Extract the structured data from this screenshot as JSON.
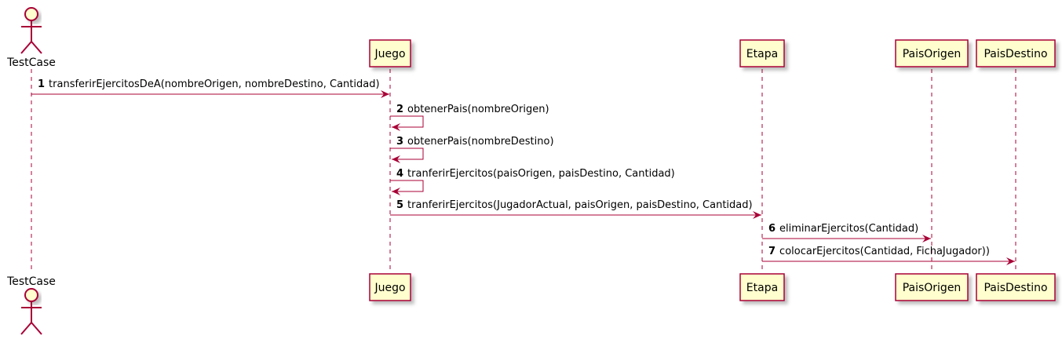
{
  "participants": [
    {
      "id": "testcase",
      "label": "TestCase",
      "kind": "actor"
    },
    {
      "id": "juego",
      "label": "Juego",
      "kind": "participant"
    },
    {
      "id": "etapa",
      "label": "Etapa",
      "kind": "participant"
    },
    {
      "id": "paisorigen",
      "label": "PaisOrigen",
      "kind": "participant"
    },
    {
      "id": "paisdestino",
      "label": "PaisDestino",
      "kind": "participant"
    }
  ],
  "messages": [
    {
      "num": "1",
      "text": "transferirEjercitosDeA(nombreOrigen, nombreDestino, Cantidad)",
      "from": "testcase",
      "to": "juego"
    },
    {
      "num": "2",
      "text": "obtenerPais(nombreOrigen)",
      "from": "juego",
      "to": "juego"
    },
    {
      "num": "3",
      "text": "obtenerPais(nombreDestino)",
      "from": "juego",
      "to": "juego"
    },
    {
      "num": "4",
      "text": "tranferirEjercitos(paisOrigen, paisDestino, Cantidad)",
      "from": "juego",
      "to": "juego"
    },
    {
      "num": "5",
      "text": "tranferirEjercitos(JugadorActual, paisOrigen, paisDestino, Cantidad)",
      "from": "juego",
      "to": "etapa"
    },
    {
      "num": "6",
      "text": "eliminarEjercitos(Cantidad)",
      "from": "etapa",
      "to": "paisorigen"
    },
    {
      "num": "7",
      "text": "colocarEjercitos(Cantidad, FichaJugador))",
      "from": "etapa",
      "to": "paisdestino"
    }
  ],
  "colors": {
    "line": "#A80036",
    "box_fill": "#FEFECE",
    "shadow": "#C8C8C8"
  }
}
